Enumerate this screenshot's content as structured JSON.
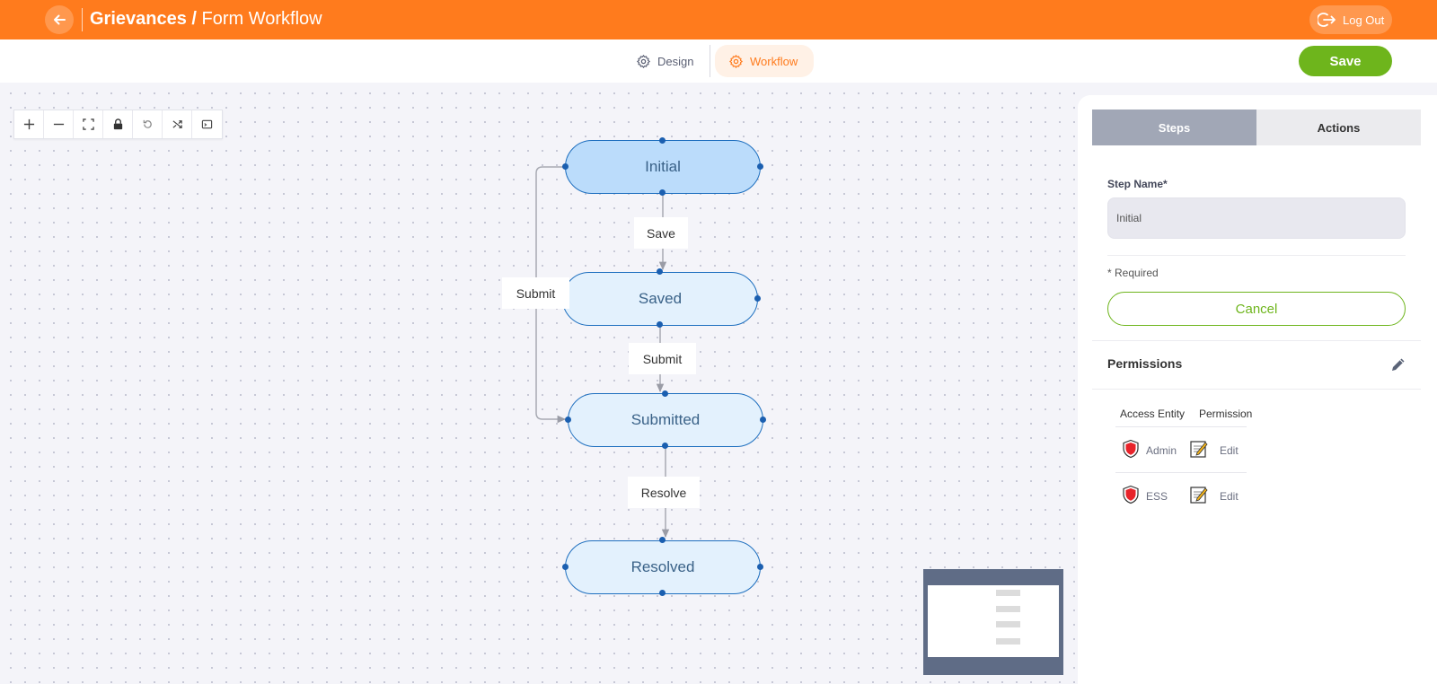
{
  "header": {
    "title_bold": "Grievances",
    "title_separator": " / ",
    "title_rest": "Form Workflow",
    "logout_label": "Log Out",
    "accent_color": "#ff7b1d"
  },
  "tabs": {
    "design_label": "Design",
    "workflow_label": "Workflow",
    "active": "Workflow"
  },
  "save_label": "Save",
  "toolbar_icons": [
    "zoom-in-icon",
    "zoom-out-icon",
    "fit-view-icon",
    "lock-icon",
    "undo-icon",
    "shuffle-icon",
    "terminal-icon"
  ],
  "workflow": {
    "nodes": [
      {
        "id": "initial",
        "label": "Initial",
        "selected": true
      },
      {
        "id": "saved",
        "label": "Saved",
        "selected": false
      },
      {
        "id": "submitted",
        "label": "Submitted",
        "selected": false
      },
      {
        "id": "resolved",
        "label": "Resolved",
        "selected": false
      }
    ],
    "edges": [
      {
        "from": "initial",
        "to": "saved",
        "label": "Save"
      },
      {
        "from": "initial",
        "to": "submitted",
        "label": "Submit"
      },
      {
        "from": "saved",
        "to": "submitted",
        "label": "Submit"
      },
      {
        "from": "submitted",
        "to": "resolved",
        "label": "Resolve"
      }
    ]
  },
  "panel": {
    "tabs": {
      "steps": "Steps",
      "actions": "Actions"
    },
    "active_tab": "Steps",
    "step_name_label": "Step Name*",
    "step_name_value": "Initial",
    "required_note": "* Required",
    "cancel_label": "Cancel",
    "permissions_title": "Permissions",
    "permissions_headers": {
      "entity": "Access Entity",
      "permission": "Permission"
    },
    "permissions": [
      {
        "entity": "Admin",
        "entity_icon": "shield-icon",
        "permission": "Edit",
        "permission_icon": "notepad-icon"
      },
      {
        "entity": "ESS",
        "entity_icon": "shield-icon",
        "permission": "Edit",
        "permission_icon": "notepad-icon"
      }
    ]
  }
}
